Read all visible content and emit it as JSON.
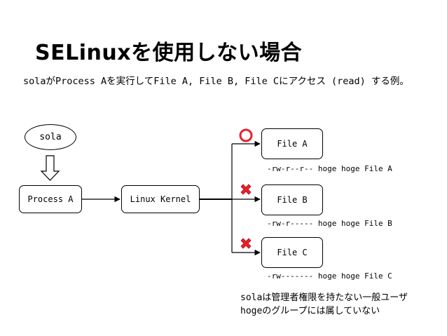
{
  "title": "SELinuxを使用しない場合",
  "description": "solaがProcess Aを実行してFile A, File B, File Cにアクセス (read) する例。",
  "nodes": {
    "sola": "sola",
    "process_a": "Process A",
    "linux_kernel": "Linux Kernel",
    "file_a": "File A",
    "file_b": "File B",
    "file_c": "File C"
  },
  "permissions": {
    "file_a": "-rw-r--r-- hoge hoge File A",
    "file_b": "-rw-r----- hoge hoge File B",
    "file_c": "-rw------- hoge hoge File C"
  },
  "access_results": {
    "file_a": "allowed",
    "file_b": "denied",
    "file_c": "denied"
  },
  "colors": {
    "mark": "#e8202a"
  },
  "note": {
    "line1": "solaは管理者権限を持たない一般ユーザ",
    "line2": "hogeのグループには属していない"
  }
}
